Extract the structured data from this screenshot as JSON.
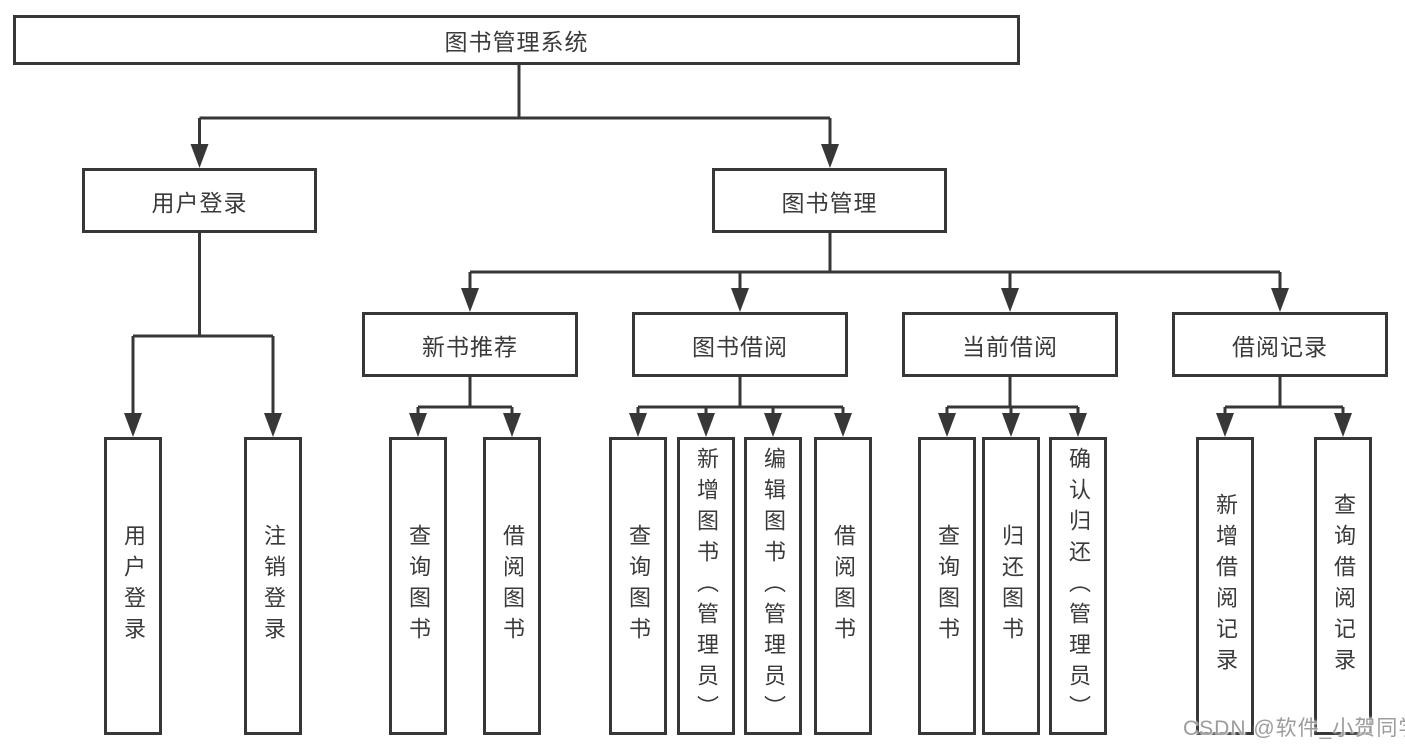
{
  "diagram_title": "图书管理系统",
  "nodes": {
    "root": "图书管理系统",
    "branches": [
      "用户登录",
      "图书管理"
    ],
    "sections": [
      "新书推荐",
      "图书借阅",
      "当前借阅",
      "借阅记录"
    ],
    "leaves": [
      "用户登录",
      "注销登录",
      "查询图书",
      "借阅图书",
      "查询图书",
      "新增图书（管理员）",
      "编辑图书（管理员）",
      "借阅图书",
      "查询图书",
      "归还图书",
      "确认归还（管理员）",
      "新增借阅记录",
      "查询借阅记录"
    ]
  },
  "hierarchy": {
    "图书管理系统": [
      "用户登录",
      "图书管理"
    ],
    "用户登录": [
      "用户登录",
      "注销登录"
    ],
    "图书管理": [
      "新书推荐",
      "图书借阅",
      "当前借阅",
      "借阅记录"
    ],
    "新书推荐": [
      "查询图书",
      "借阅图书"
    ],
    "图书借阅": [
      "查询图书",
      "新增图书（管理员）",
      "编辑图书（管理员）",
      "借阅图书"
    ],
    "当前借阅": [
      "查询图书",
      "归还图书",
      "确认归还（管理员）"
    ],
    "借阅记录": [
      "新增借阅记录",
      "查询借阅记录"
    ]
  },
  "watermark": {
    "text": "CSDN @软件_小贺同学",
    "color": "#9c9c9c"
  },
  "colors": {
    "background": "#ffffff",
    "box_border": "#373737",
    "connector": "#373737",
    "text": "#3a3a3a"
  }
}
